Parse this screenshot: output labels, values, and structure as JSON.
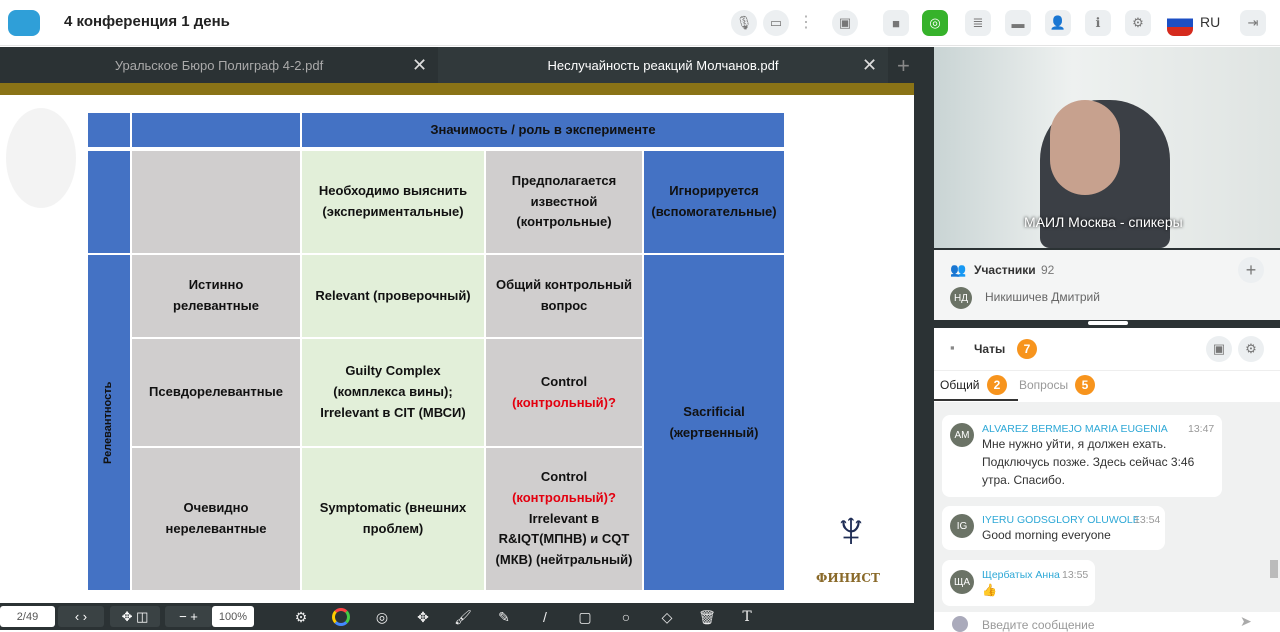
{
  "header": {
    "title": "4 конференция 1 день",
    "lang": "RU"
  },
  "tabs": [
    {
      "label": "Уральское Бюро Полиграф 4-2.pdf"
    },
    {
      "label": "Неслучайность реакций Молчанов.pdf"
    }
  ],
  "slide": {
    "header": "Значимость / роль в эксперименте",
    "side_label": "Релевантность",
    "col_heads": [
      "Необходимо выяснить (экспериментальные)",
      "Предполагается известной (контрольные)",
      "Игнорируется (вспомогательные)"
    ],
    "rows": [
      {
        "label": "Истинно релевантные",
        "exp": "Relevant (проверочный)",
        "ctrl": "Общий контрольный вопрос"
      },
      {
        "label": "Псевдорелевантные",
        "exp": "Guilty Complex (комплекса вины); Irrelevant в CIT (МВСИ)",
        "ctrl_a": "Control",
        "ctrl_b": "(контрольный)?"
      },
      {
        "label": "Очевидно нерелевантные",
        "exp": "Symptomatic (внешних проблем)",
        "ctrl_a": "Control",
        "ctrl_b": "(контрольный)?",
        "ctrl_c": "Irrelevant в R&IQT(МПНВ) и CQT (МКВ) (нейтральный)"
      }
    ],
    "sacrificial": "Sacrificial (жертвенный)",
    "logo_text": "ФИНИСТ"
  },
  "toolbar": {
    "page": "2/49",
    "zoom": "100%"
  },
  "video": {
    "label": "МАИЛ Москва - спикеры"
  },
  "participants": {
    "title": "Участники",
    "count": "92",
    "first": {
      "initials": "НД",
      "name": "Никишичев Дмитрий"
    }
  },
  "chats": {
    "title": "Чаты",
    "count": "7",
    "tabs": [
      {
        "label": "Общий",
        "count": "2"
      },
      {
        "label": "Вопросы",
        "count": "5"
      }
    ],
    "messages": [
      {
        "initials": "AM",
        "name": "ALVAREZ BERMEJO MARIA EUGENIA",
        "time": "13:47",
        "text": "Мне нужно уйти, я должен ехать. Подключусь позже. Здесь сейчас 3:46 утра. Спасибо."
      },
      {
        "initials": "IG",
        "name": "IYERU GODSGLORY OLUWOLE",
        "time": "13:54",
        "text": "Good morning everyone"
      },
      {
        "initials": "ЩА",
        "name": "Щербатых Анна",
        "time": "13:55",
        "text": "👍"
      }
    ],
    "input_placeholder": "Введите сообщение"
  }
}
